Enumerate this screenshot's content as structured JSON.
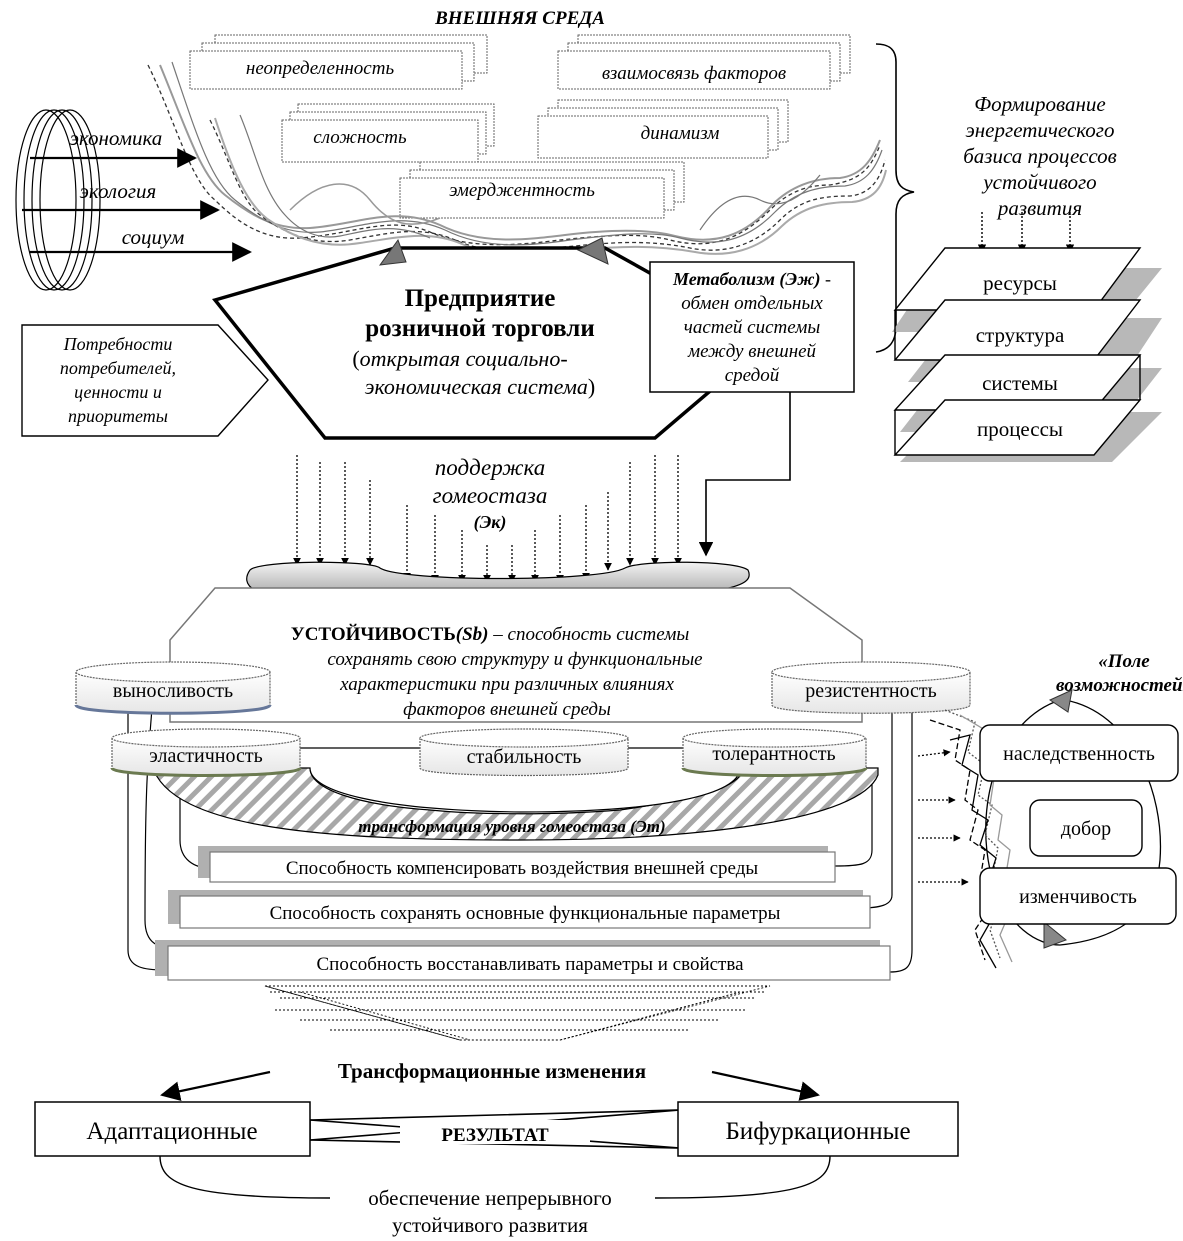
{
  "environment": {
    "title": "ВНЕШНЯЯ СРЕДА",
    "factors": [
      "неопределенность",
      "взаимосвязь факторов",
      "сложность",
      "динамизм",
      "эмерджентность"
    ],
    "inputs": [
      "экономика",
      "экология",
      "социум"
    ]
  },
  "energy_basis": {
    "title_lines": [
      "Формирование",
      "энергетического",
      "базиса процессов",
      "устойчивого",
      "развития"
    ],
    "layers": [
      "ресурсы",
      "структура",
      "системы",
      "процессы"
    ]
  },
  "enterprise": {
    "title_lines": [
      "Предприятие",
      "розничной торговли"
    ],
    "subtitle_open": "(",
    "subtitle_line1": "открытая социально-",
    "subtitle_line2": "экономическая система",
    "subtitle_close": ")"
  },
  "needs": {
    "lines": [
      "Потребности",
      "потребителей,",
      "ценности и",
      "приоритеты"
    ]
  },
  "metabolism": {
    "title": "Метаболизм (Эж)",
    "title_dash": " -",
    "lines": [
      "обмен отдельных",
      "частей системы",
      "между внешней",
      "средой"
    ]
  },
  "homeostasis": {
    "lines": [
      "поддержка",
      "гомеостаза"
    ],
    "symbol": "(Эк)"
  },
  "stability": {
    "term": "УСТОЙЧИВОСТЬ",
    "symbol": "(Sb)",
    "definition_first": " – способность системы",
    "definition_lines": [
      "сохранять свою структуру и функциональные",
      "характеристики при различных влияниях",
      "факторов внешней среды"
    ],
    "properties": [
      "выносливость",
      "резистентность",
      "эластичность",
      "стабильность",
      "толерантность"
    ],
    "transformation": "трансформация уровня гомеостаза (Эт)",
    "abilities": [
      "Способность компенсировать воздействия внешней среды",
      "Способность сохранять основные функциональные параметры",
      "Способность восстанавливать параметры и свойства"
    ]
  },
  "possibilities": {
    "title_lines": [
      "«Поле",
      "возможностей»"
    ],
    "items": [
      "наследственность",
      "добор",
      "изменчивость"
    ]
  },
  "changes": {
    "title": "Трансформационные изменения",
    "left": "Адаптационные",
    "right": "Бифуркационные",
    "result": "РЕЗУЛЬТАТ",
    "outcome_lines": [
      "обеспечение непрерывного",
      "устойчивого развития"
    ]
  }
}
